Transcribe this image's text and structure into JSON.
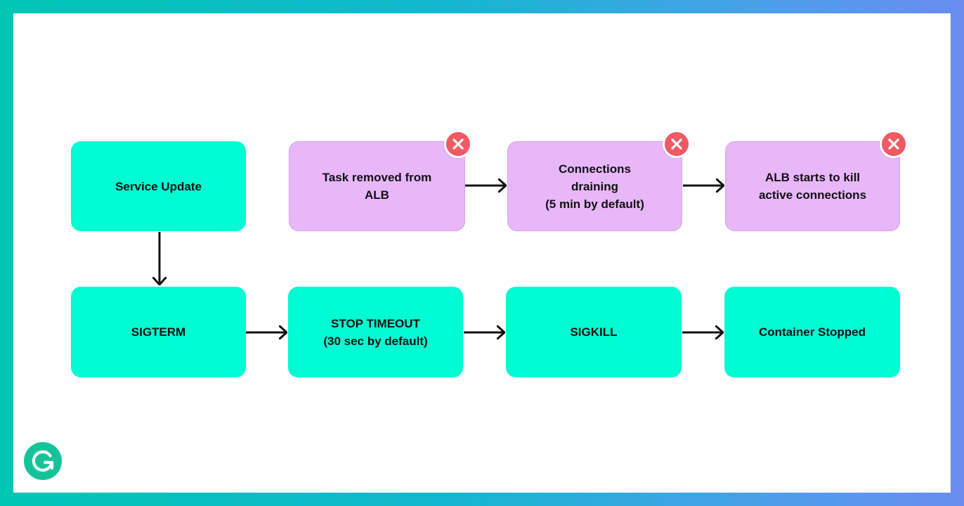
{
  "diagram": {
    "title": "",
    "nodes": [
      {
        "id": "service-update",
        "label": "Service Update",
        "style": "teal"
      },
      {
        "id": "task-removed",
        "label": "Task removed from\nALB",
        "style": "purple",
        "failure_marker": true
      },
      {
        "id": "connections-draining",
        "label": "Connections\ndraining\n(5 min by default)",
        "style": "purple",
        "failure_marker": true
      },
      {
        "id": "alb-kill",
        "label": "ALB starts to kill\nactive connections",
        "style": "purple",
        "failure_marker": true
      },
      {
        "id": "sigterm",
        "label": "SIGTERM",
        "style": "teal"
      },
      {
        "id": "stop-timeout",
        "label": "STOP TIMEOUT\n(30 sec by default)",
        "style": "teal"
      },
      {
        "id": "sigkill",
        "label": "SIGKILL",
        "style": "teal"
      },
      {
        "id": "container-stopped",
        "label": "Container Stopped",
        "style": "teal"
      }
    ],
    "edges": [
      {
        "from": "service-update",
        "to": "sigterm"
      },
      {
        "from": "task-removed",
        "to": "connections-draining"
      },
      {
        "from": "connections-draining",
        "to": "alb-kill"
      },
      {
        "from": "sigterm",
        "to": "stop-timeout"
      },
      {
        "from": "stop-timeout",
        "to": "sigkill"
      },
      {
        "from": "sigkill",
        "to": "container-stopped"
      }
    ]
  },
  "colors": {
    "teal_node": "#00fcd2",
    "purple_node": "#e7b7fa",
    "failure_badge": "#f15a63",
    "arrow": "#111111",
    "logo": "#15c39a"
  },
  "icons": {
    "failure_badge": "close-icon",
    "logo": "grammarly-logo-icon"
  }
}
